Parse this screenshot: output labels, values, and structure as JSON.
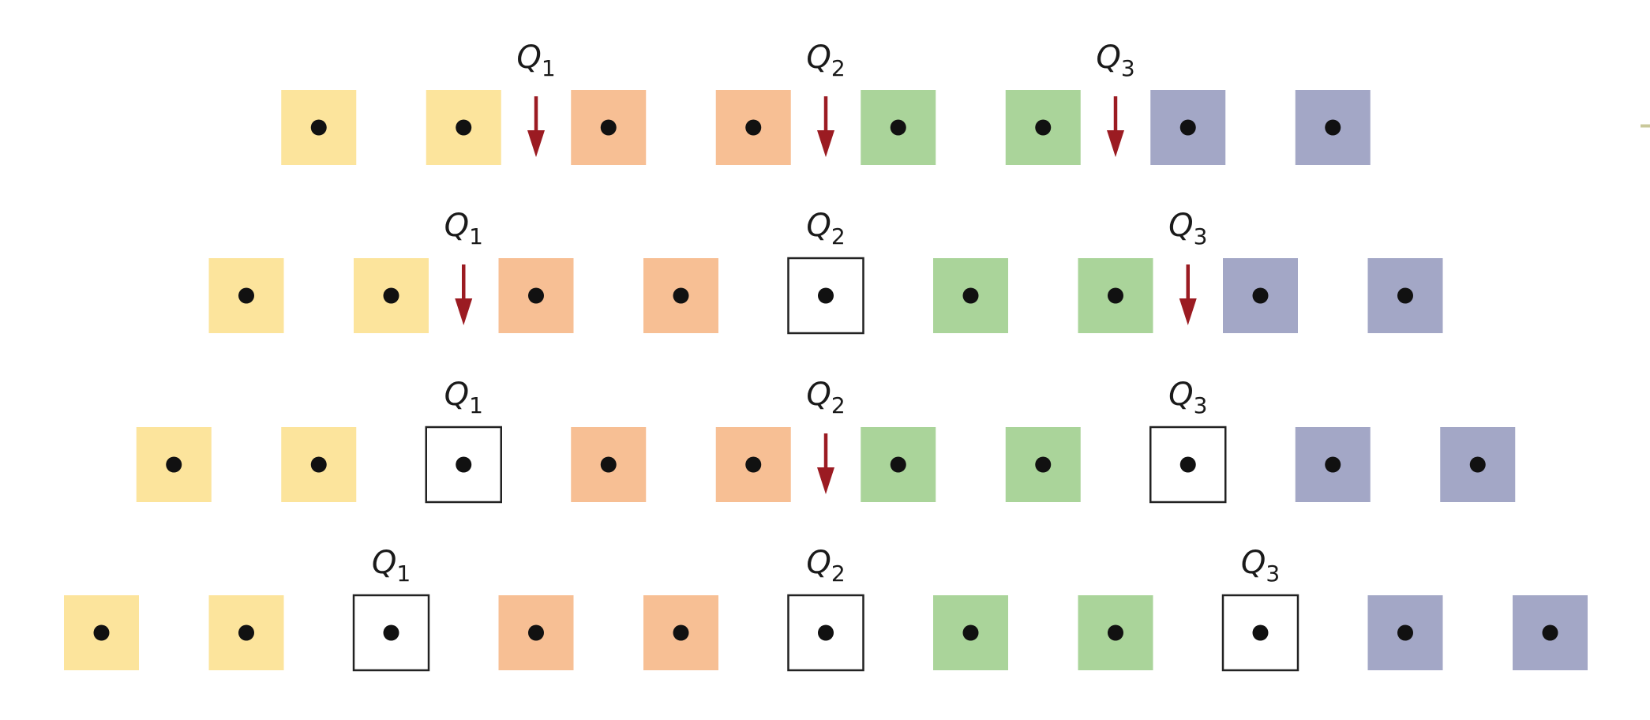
{
  "colors": {
    "yellow": "#FCE49C",
    "orange": "#F7BF94",
    "green": "#AAD49A",
    "blue": "#A3A7C6",
    "empty": "#FFFFFF",
    "border": "#222222",
    "dot": "#111111",
    "arrow": "#9B1B22",
    "edge_mark": "#C9C89A"
  },
  "rows": [
    {
      "cells": [
        "yellow",
        "yellow",
        "orange",
        "orange",
        "green",
        "green",
        "blue",
        "blue"
      ],
      "quartiles": [
        {
          "label": "Q",
          "sub": "1",
          "marker": "arrow",
          "between": [
            1,
            2
          ]
        },
        {
          "label": "Q",
          "sub": "2",
          "marker": "arrow",
          "between": [
            3,
            4
          ]
        },
        {
          "label": "Q",
          "sub": "3",
          "marker": "arrow",
          "between": [
            5,
            6
          ]
        }
      ]
    },
    {
      "cells": [
        "yellow",
        "yellow",
        "orange",
        "orange",
        "empty",
        "green",
        "green",
        "blue",
        "blue"
      ],
      "quartiles": [
        {
          "label": "Q",
          "sub": "1",
          "marker": "arrow",
          "between": [
            1,
            2
          ]
        },
        {
          "label": "Q",
          "sub": "2",
          "marker": "box",
          "index": 4
        },
        {
          "label": "Q",
          "sub": "3",
          "marker": "arrow",
          "between": [
            6,
            7
          ]
        }
      ]
    },
    {
      "cells": [
        "yellow",
        "yellow",
        "empty",
        "orange",
        "orange",
        "green",
        "green",
        "empty",
        "blue",
        "blue"
      ],
      "quartiles": [
        {
          "label": "Q",
          "sub": "1",
          "marker": "box",
          "index": 2
        },
        {
          "label": "Q",
          "sub": "2",
          "marker": "arrow",
          "between": [
            4,
            5
          ]
        },
        {
          "label": "Q",
          "sub": "3",
          "marker": "box",
          "index": 7
        }
      ]
    },
    {
      "cells": [
        "yellow",
        "yellow",
        "empty",
        "orange",
        "orange",
        "empty",
        "green",
        "green",
        "empty",
        "blue",
        "blue"
      ],
      "quartiles": [
        {
          "label": "Q",
          "sub": "1",
          "marker": "box",
          "index": 2
        },
        {
          "label": "Q",
          "sub": "2",
          "marker": "box",
          "index": 5
        },
        {
          "label": "Q",
          "sub": "3",
          "marker": "box",
          "index": 8
        }
      ]
    }
  ]
}
